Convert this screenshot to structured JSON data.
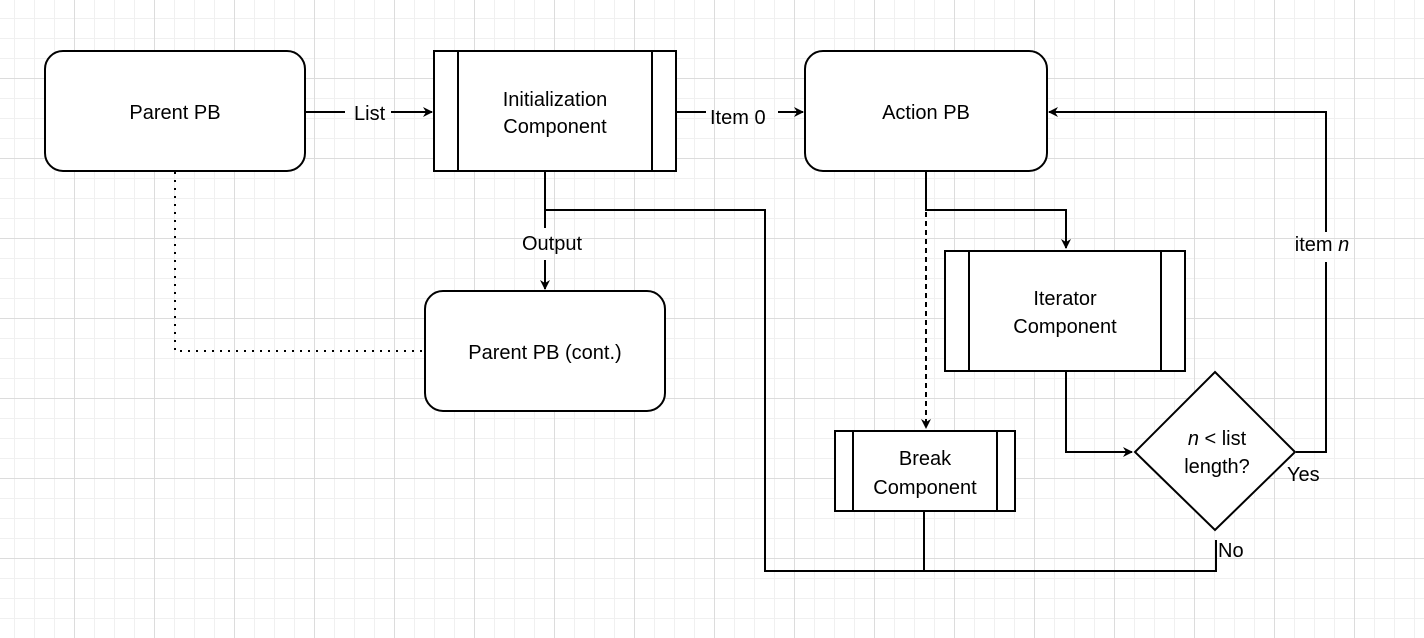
{
  "nodes": {
    "parent_pb": {
      "label": "Parent PB"
    },
    "initialization": {
      "line1": "Initialization",
      "line2": "Component"
    },
    "action_pb": {
      "label": "Action PB"
    },
    "parent_cont": {
      "label": "Parent PB (cont.)"
    },
    "iterator": {
      "line1": "Iterator",
      "line2": "Component"
    },
    "break": {
      "line1": "Break",
      "line2": "Component"
    },
    "decision": {
      "var": "n",
      "rest1": " < list",
      "line2": "length?"
    }
  },
  "edges": {
    "list": "List",
    "item0": "Item 0",
    "output": "Output",
    "item_n_prefix": "item ",
    "item_n_var": "n",
    "yes": "Yes",
    "no": "No"
  }
}
